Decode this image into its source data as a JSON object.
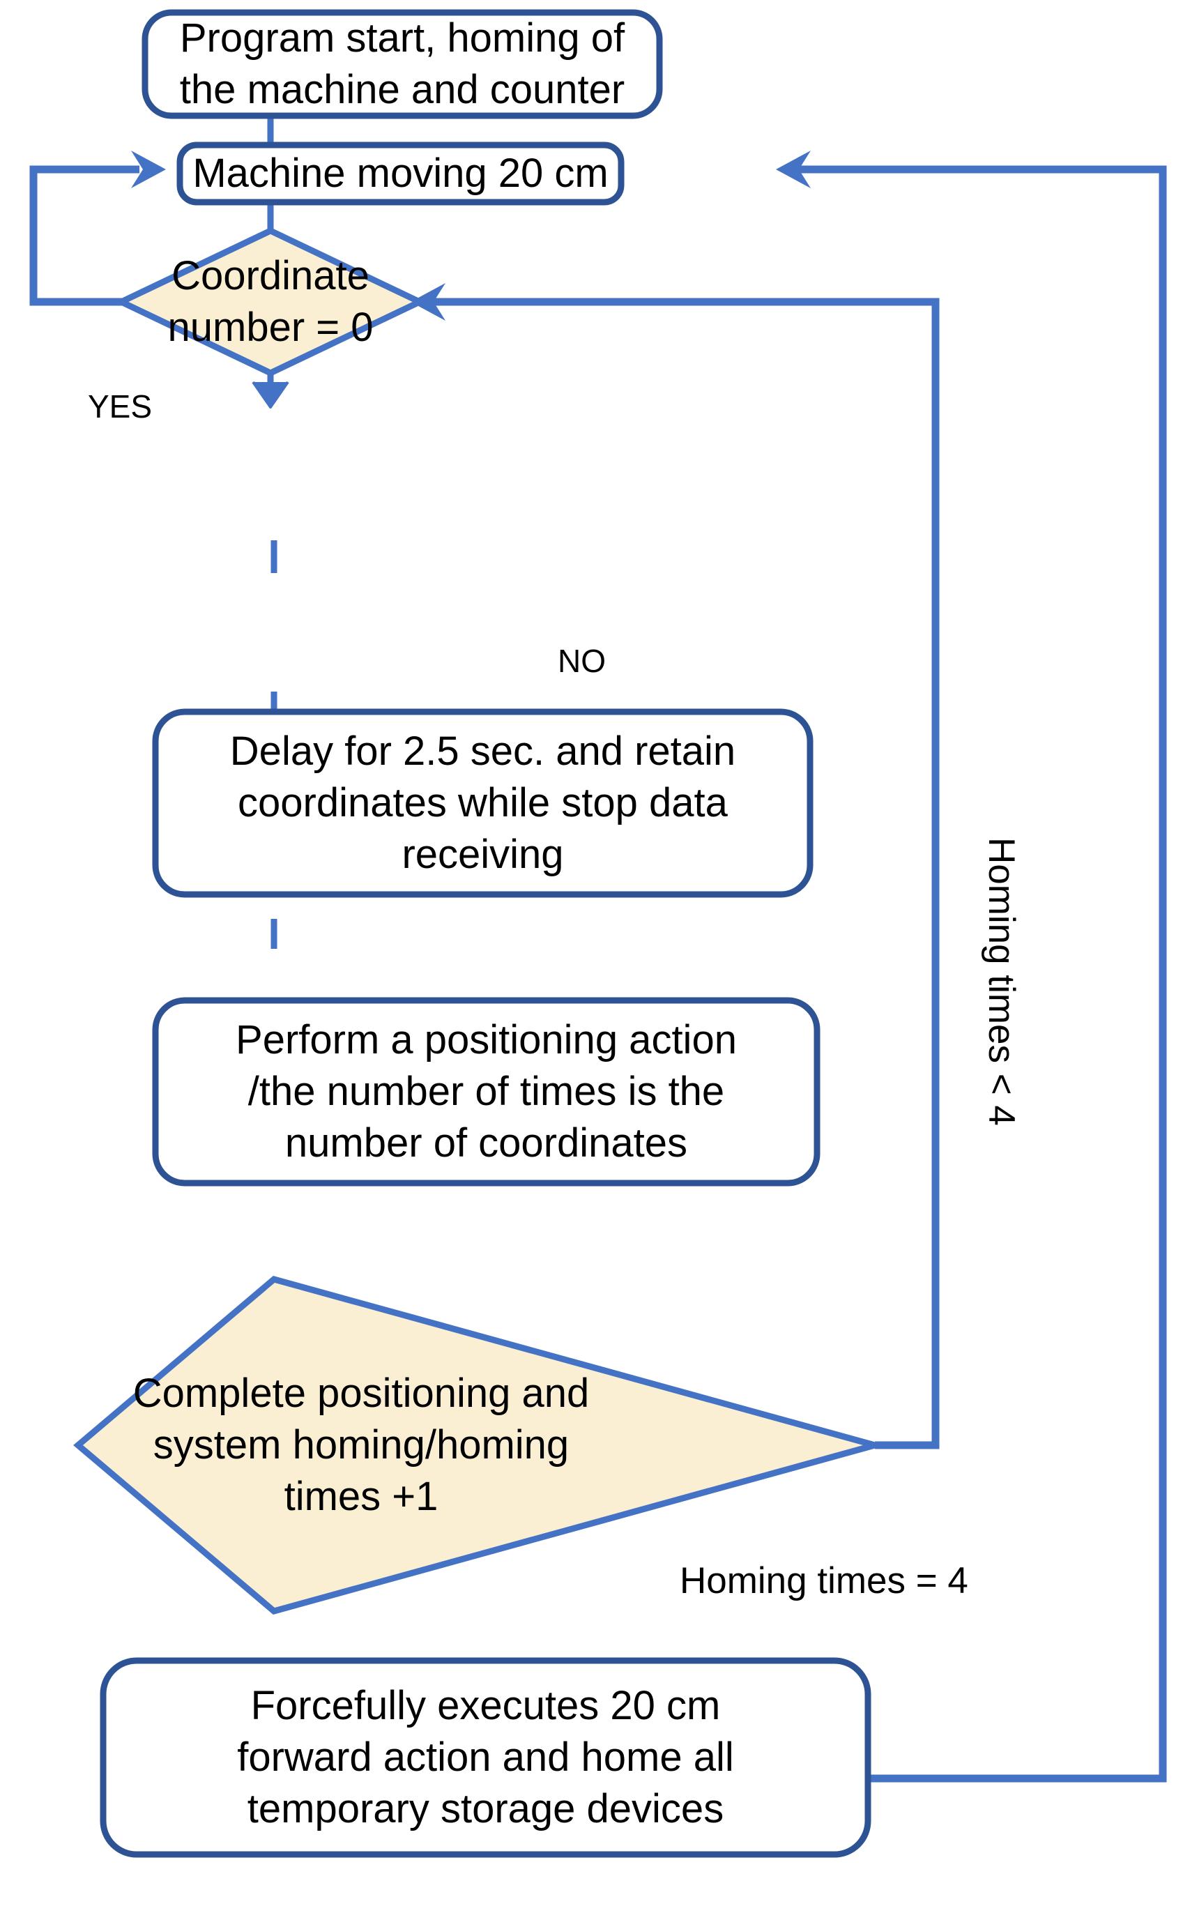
{
  "diagram": {
    "title": "Machine homing and positioning control flowchart",
    "colors": {
      "process_border": "#2E5395",
      "decision_border": "#4472C4",
      "decision_fill": "#FBEFD3",
      "connector": "#4472C4",
      "text": "#000000",
      "background": "#FFFFFF"
    },
    "nodes": [
      {
        "id": "start",
        "type": "process",
        "label": "Program start, homing of\nthe machine and counter"
      },
      {
        "id": "move",
        "type": "process",
        "label": "Machine moving 20 cm"
      },
      {
        "id": "coord_check",
        "type": "decision",
        "label": "Coordinate\nnumber = 0"
      },
      {
        "id": "delay",
        "type": "process",
        "label": "Delay for 2.5 sec. and retain\ncoordinates while stop data\nreceiving"
      },
      {
        "id": "position",
        "type": "process",
        "label": "Perform a positioning action\n/the number of times is the\nnumber of coordinates"
      },
      {
        "id": "complete",
        "type": "decision",
        "label": "Complete positioning and\nsystem homing/homing\ntimes +1"
      },
      {
        "id": "forceful",
        "type": "process",
        "label": "Forcefully executes 20 cm\nforward action and home all\ntemporary storage devices"
      }
    ],
    "edges": [
      {
        "id": "e-start-move",
        "from": "start",
        "to": "move",
        "label": ""
      },
      {
        "id": "e-move-coord",
        "from": "move",
        "to": "coord_check",
        "label": ""
      },
      {
        "id": "e-coord-yes",
        "from": "coord_check",
        "to": "move",
        "label": "YES"
      },
      {
        "id": "e-coord-no",
        "from": "coord_check",
        "to": "delay",
        "label": "NO"
      },
      {
        "id": "e-delay-position",
        "from": "delay",
        "to": "position",
        "label": ""
      },
      {
        "id": "e-position-complete",
        "from": "position",
        "to": "complete",
        "label": ""
      },
      {
        "id": "e-complete-loop",
        "from": "complete",
        "to": "coord_check",
        "label": "Homing times < 4"
      },
      {
        "id": "e-complete-force",
        "from": "complete",
        "to": "forceful",
        "label": "Homing times = 4"
      },
      {
        "id": "e-force-move",
        "from": "forceful",
        "to": "move",
        "label": ""
      }
    ],
    "labels": {
      "yes": "YES",
      "no": "NO",
      "homing_lt_4": "Homing times < 4",
      "homing_eq_4": "Homing times = 4"
    }
  }
}
